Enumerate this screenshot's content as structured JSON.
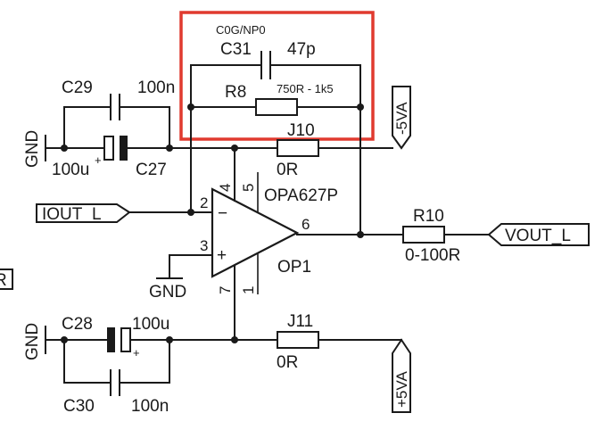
{
  "colors": {
    "wire": "#1a1a1a",
    "highlight": "#e03a2f"
  },
  "components": {
    "c31": {
      "ref": "C31",
      "value": "47p",
      "dielectric": "C0G/NP0"
    },
    "r8": {
      "ref": "R8",
      "value": "750R - 1k5"
    },
    "c29": {
      "ref": "C29",
      "value": "100n"
    },
    "c27": {
      "ref": "C27",
      "value": "100u"
    },
    "c28": {
      "ref": "C28",
      "value": "100u"
    },
    "c30": {
      "ref": "C30",
      "value": "100n"
    },
    "j10": {
      "ref": "J10",
      "value": "0R"
    },
    "j11": {
      "ref": "J11",
      "value": "0R"
    },
    "r10": {
      "ref": "R10",
      "value": "0-100R"
    },
    "op1": {
      "ref": "OP1",
      "value": "OPA627P",
      "pins": {
        "p2": "2",
        "p3": "3",
        "p4": "4",
        "p5": "5",
        "p6": "6",
        "p7": "7",
        "p1": "1"
      },
      "minus": "−",
      "plus": "+"
    }
  },
  "ports": {
    "iout": "IOUT_L",
    "vout": "VOUT_L",
    "neg_rail": "-5VA",
    "pos_rail": "+5VA",
    "left_fragment": "R"
  },
  "grounds": {
    "gnd": "GND"
  },
  "polarity": {
    "plus": "+"
  }
}
